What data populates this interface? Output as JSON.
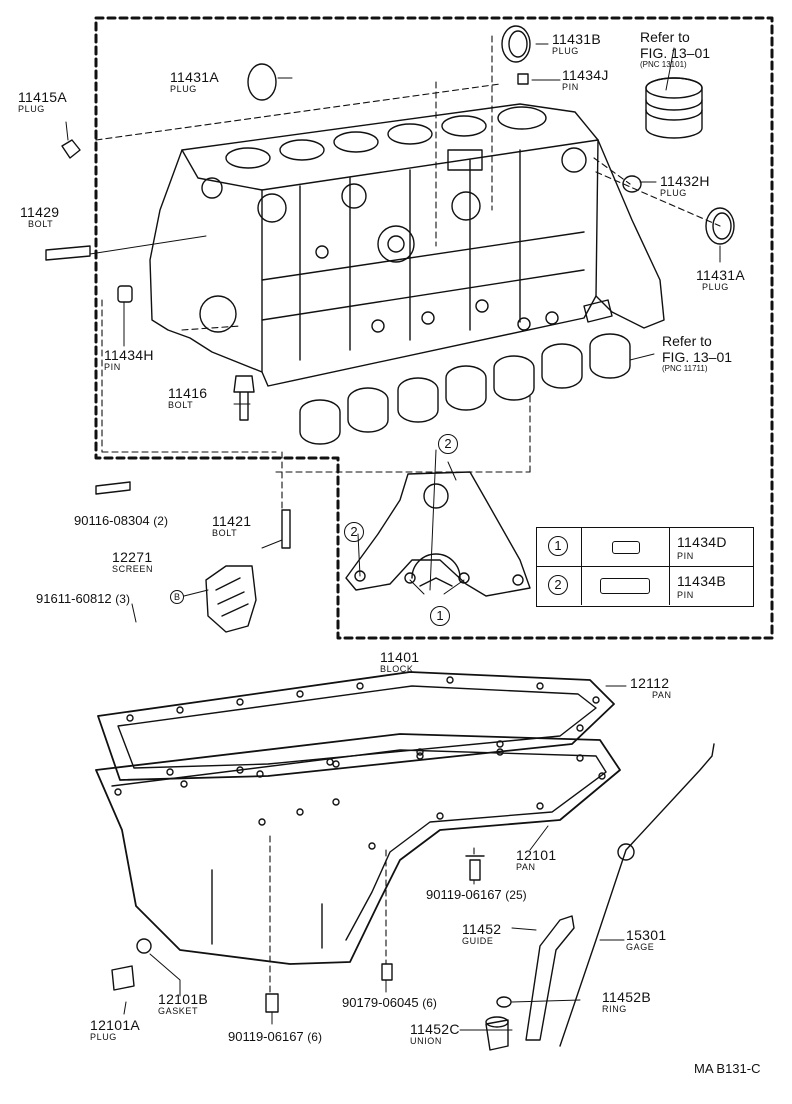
{
  "diagram": {
    "callouts": {
      "p11415A": {
        "number": "11415A",
        "name": "PLUG"
      },
      "p11429": {
        "number": "11429",
        "name": "BOLT"
      },
      "p11434H": {
        "number": "11434H",
        "name": "PIN"
      },
      "p11416": {
        "number": "11416",
        "name": "BOLT"
      },
      "p11431A_top": {
        "number": "11431A",
        "name": "PLUG"
      },
      "p11431B": {
        "number": "11431B",
        "name": "PLUG"
      },
      "p11434J": {
        "number": "11434J",
        "name": "PIN"
      },
      "p11432H": {
        "number": "11432H",
        "name": "PLUG"
      },
      "p11431A_right": {
        "number": "11431A",
        "name": "PLUG"
      },
      "p11421": {
        "number": "11421",
        "name": "BOLT"
      },
      "p12271": {
        "number": "12271",
        "name": "SCREEN"
      },
      "p11401": {
        "number": "11401",
        "name": "BLOCK"
      },
      "p12112": {
        "number": "12112",
        "name": "PAN"
      },
      "p12101": {
        "number": "12101",
        "name": "PAN"
      },
      "p11452": {
        "number": "11452",
        "name": "GUIDE"
      },
      "p15301": {
        "number": "15301",
        "name": "GAGE"
      },
      "p11452B": {
        "number": "11452B",
        "name": "RING"
      },
      "p11452C": {
        "number": "11452C",
        "name": "UNION"
      },
      "p12101B": {
        "number": "12101B",
        "name": "GASKET"
      },
      "p12101A": {
        "number": "12101A",
        "name": "PLUG"
      }
    },
    "codes": {
      "c90116": {
        "code": "90116-08304",
        "qty": "(2)"
      },
      "c91611": {
        "code": "91611-60812",
        "qty": "(3)"
      },
      "c90119a": {
        "code": "90119-06167",
        "qty": "(25)"
      },
      "c90179": {
        "code": "90179-06045",
        "qty": "(6)"
      },
      "c90119b": {
        "code": "90119-06167",
        "qty": "(6)"
      }
    },
    "refs": {
      "r1": {
        "line1": "Refer to",
        "line2": "FIG. 13–01",
        "sub": "(PNC 13101)"
      },
      "r2": {
        "line1": "Refer to",
        "line2": "FIG. 13–01",
        "sub": "(PNC 11711)"
      }
    },
    "markers": {
      "one": "1",
      "two": "2",
      "b": "B"
    },
    "legend": {
      "rows": [
        {
          "marker": "1",
          "number": "11434D",
          "name": "PIN"
        },
        {
          "marker": "2",
          "number": "11434B",
          "name": "PIN"
        }
      ]
    },
    "footer": "MA B131-C"
  }
}
